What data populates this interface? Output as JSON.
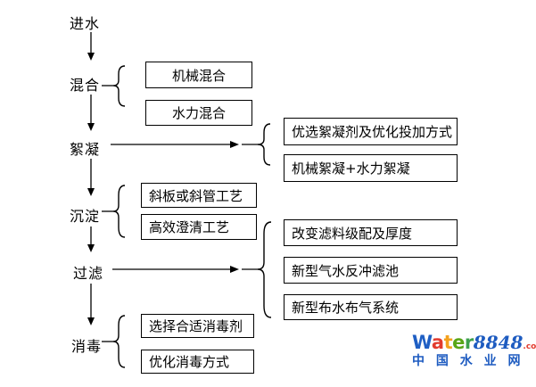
{
  "flow": {
    "stages": [
      {
        "label": "进水"
      },
      {
        "label": "混合"
      },
      {
        "label": "絮凝"
      },
      {
        "label": "沉淀"
      },
      {
        "label": "过滤"
      },
      {
        "label": "消毒"
      }
    ],
    "option_boxes": {
      "mixing": [
        "机械混合",
        "水力混合"
      ],
      "flocculation": [
        "优选絮凝剂及优化投加方式",
        "机械絮凝+水力絮凝"
      ],
      "sedimentation": [
        "斜板或斜管工艺",
        "高效澄清工艺"
      ],
      "filtration": [
        "改变滤料级配及厚度",
        "新型气水反冲滤池",
        "新型布水布气系统"
      ],
      "disinfection": [
        "选择合适消毒剂",
        "优化消毒方式"
      ]
    },
    "line_color": "#000000"
  },
  "watermark": {
    "brand": {
      "letters": [
        {
          "char": "W",
          "color": "#1f5fc4"
        },
        {
          "char": "a",
          "color": "#e23b2e"
        },
        {
          "char": "t",
          "color": "#f4a11d"
        },
        {
          "char": "e",
          "color": "#59a617"
        },
        {
          "char": "r",
          "color": "#3da04c"
        }
      ],
      "number": "8848",
      "number_color": "#1d5bc0",
      "tld": ".com",
      "tld_color": "#e23b2e"
    },
    "tagline": "中 国 水 业 网",
    "tagline_color": "#1d5bc0"
  }
}
